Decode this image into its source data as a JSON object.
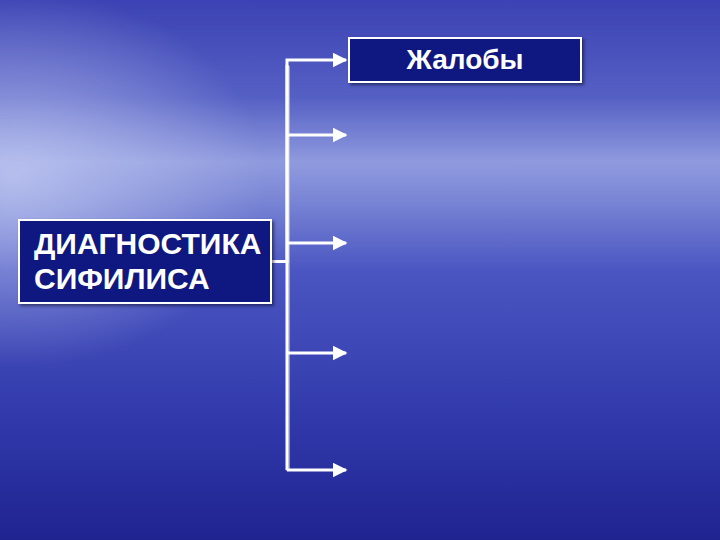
{
  "diagram": {
    "nodes": [
      {
        "text": [
          "ДИАГНОСТИКА СИФИЛИСА"
        ]
      },
      {
        "text": [
          "Жалобы"
        ]
      }
    ],
    "edges": [
      {
        "from": 0,
        "to": 1,
        "arrow": "to"
      }
    ]
  }
}
